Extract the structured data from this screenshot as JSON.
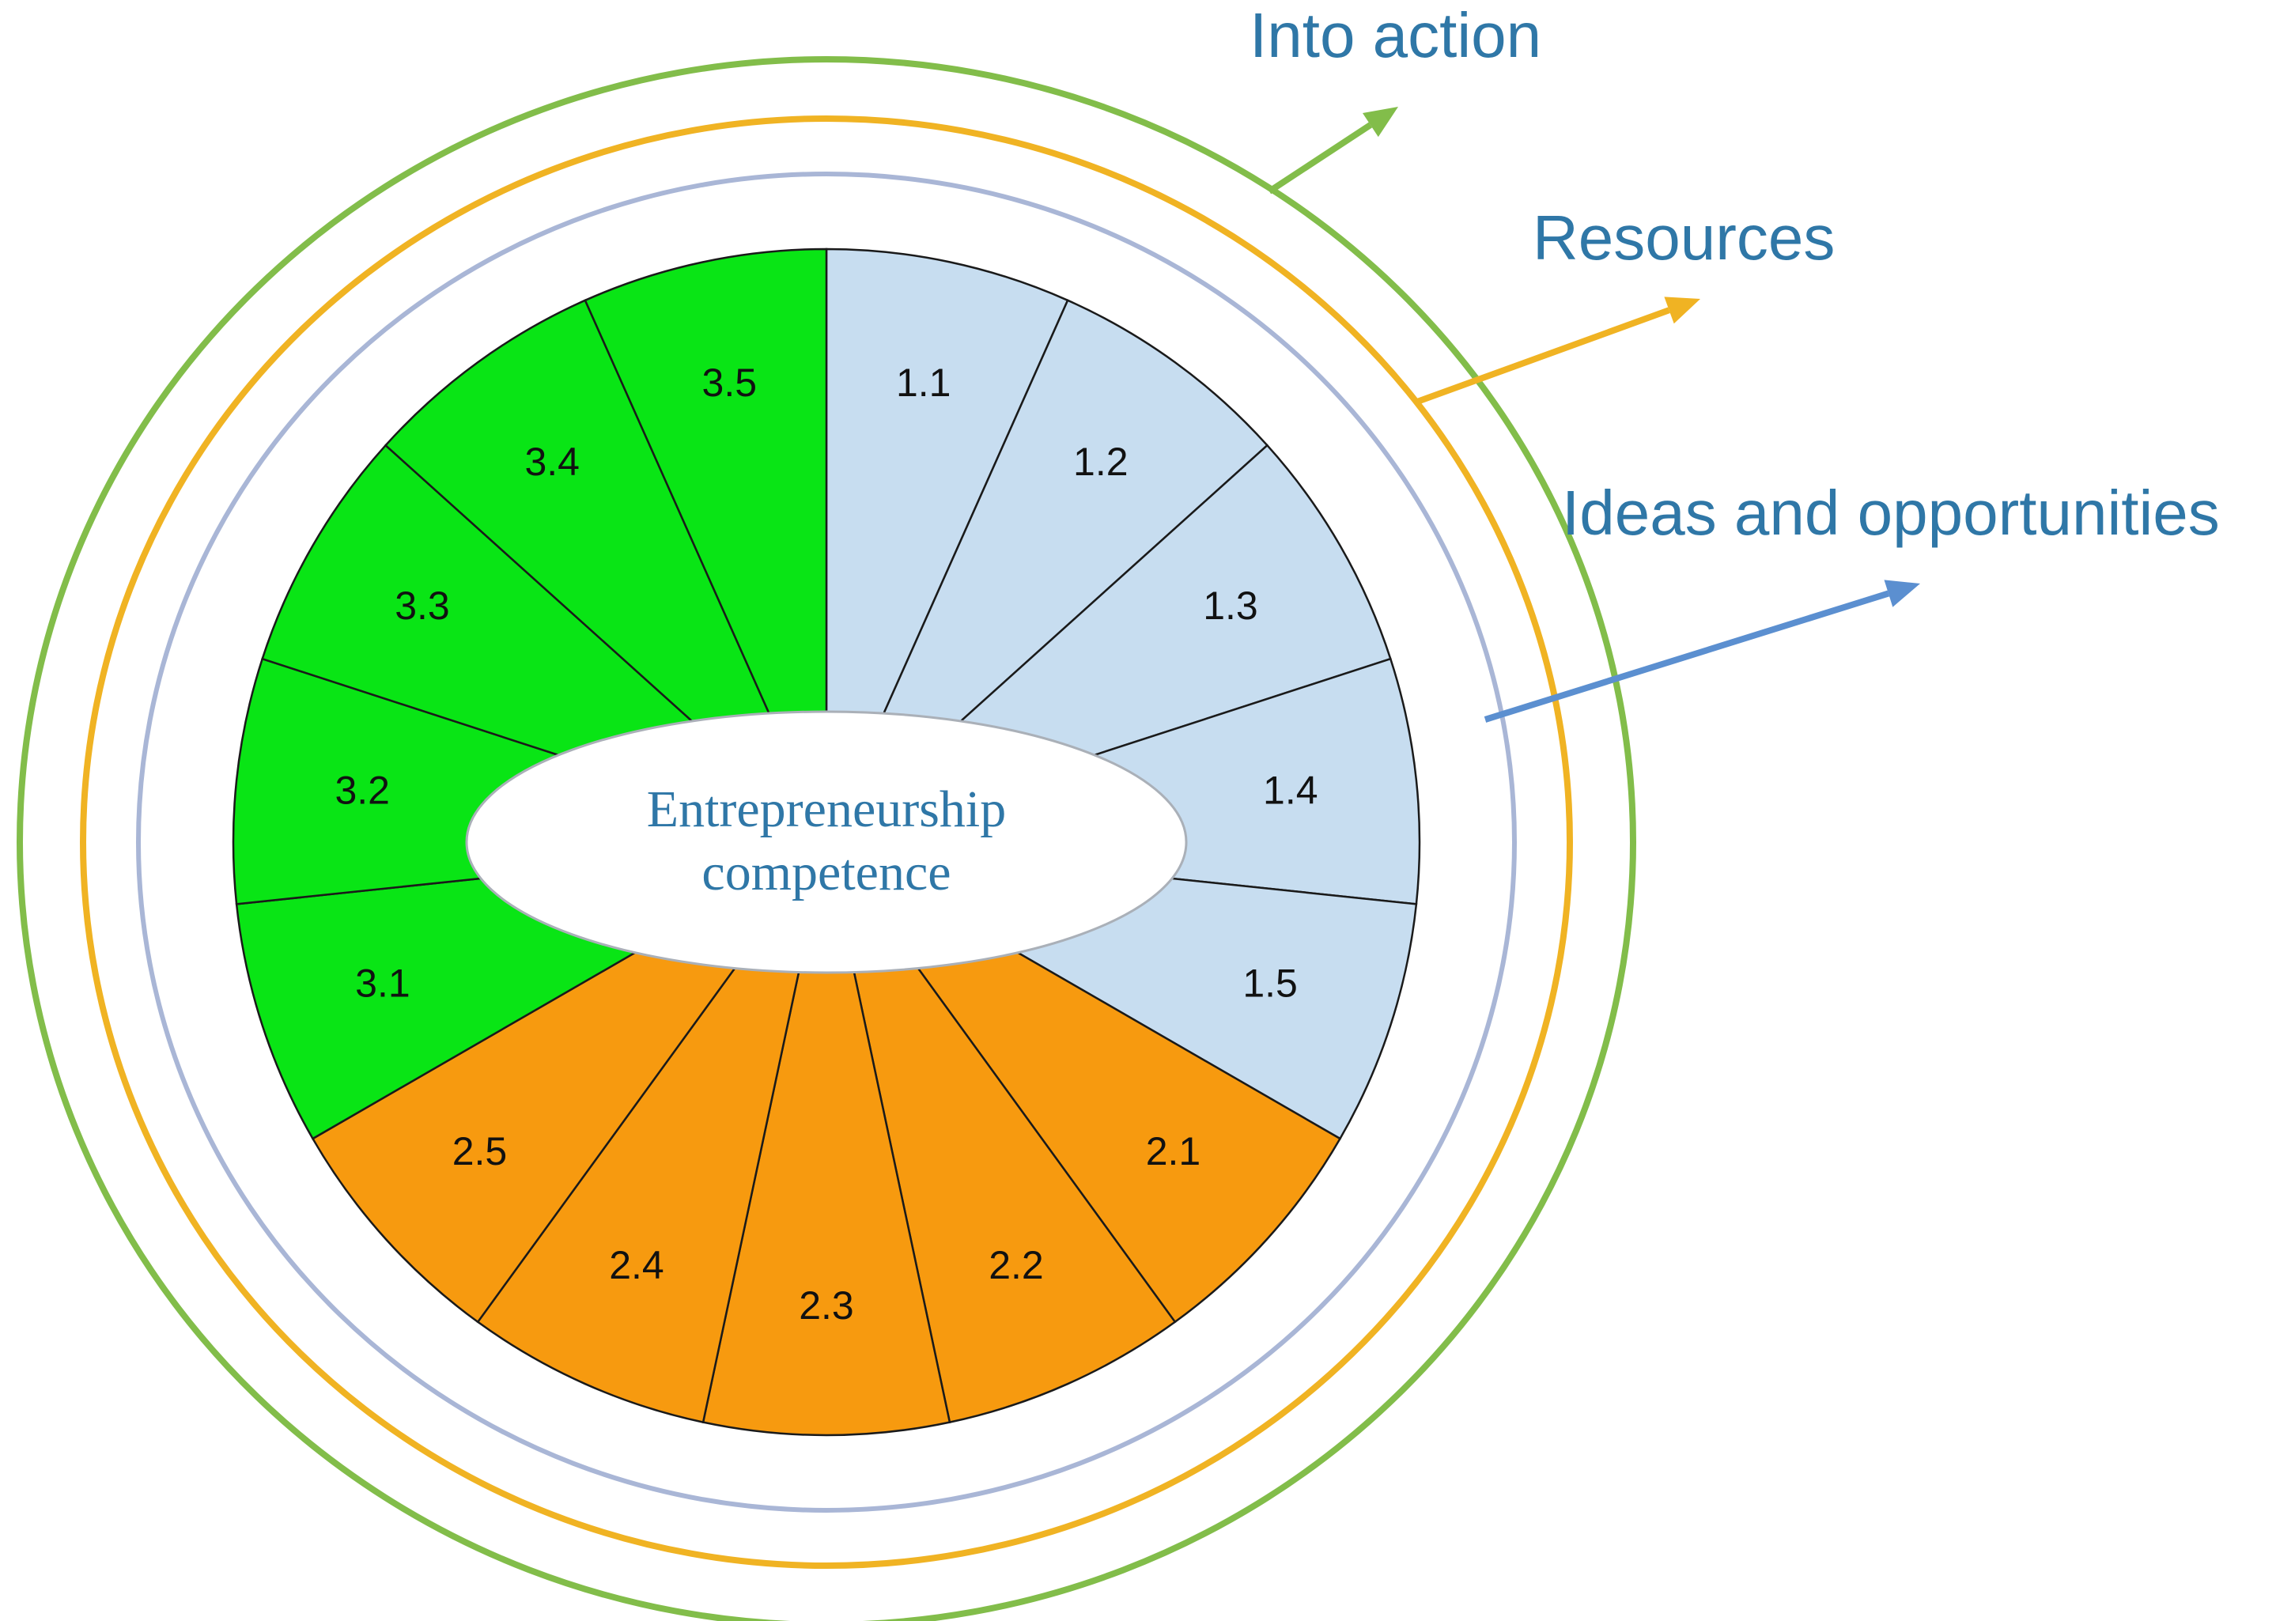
{
  "diagram": {
    "center": {
      "lines": [
        "Entrepreneurship",
        "competence"
      ]
    },
    "rings": [
      {
        "label": "Into action",
        "color": "#82bd4a"
      },
      {
        "label": "Resources",
        "color": "#f0b323"
      },
      {
        "label": "Ideas and opportunities",
        "color": "#a9b6d6"
      }
    ],
    "arrow_colors": [
      "#82bd4a",
      "#f0b323",
      "#5b8fd0"
    ],
    "label_color": "#2f77a7",
    "segment_groups": [
      {
        "group": "Ideas and opportunities",
        "color": "#c7ddf0",
        "labels": [
          "1.1",
          "1.2",
          "1.3",
          "1.4",
          "1.5"
        ]
      },
      {
        "group": "Resources",
        "color": "#f79a0f",
        "labels": [
          "2.1",
          "2.2",
          "2.3",
          "2.4",
          "2.5"
        ]
      },
      {
        "group": "Into action",
        "color": "#09e515",
        "labels": [
          "3.1",
          "3.2",
          "3.3",
          "3.4",
          "3.5"
        ]
      }
    ]
  }
}
